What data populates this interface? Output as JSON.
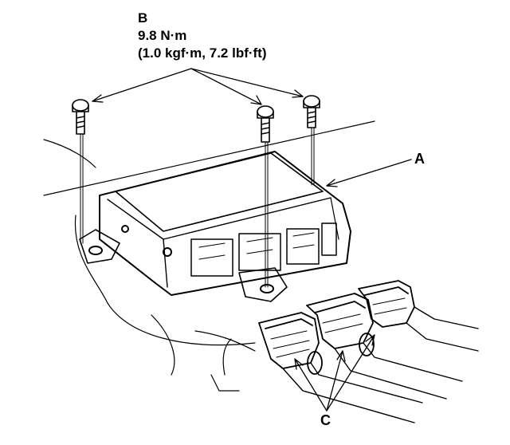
{
  "spec": {
    "letter": "B",
    "torque_nm": "9.8 N·m",
    "torque_other": "(1.0 kgf·m, 7.2 lbf·ft)"
  },
  "callouts": {
    "module": "A",
    "connectors": "C"
  }
}
